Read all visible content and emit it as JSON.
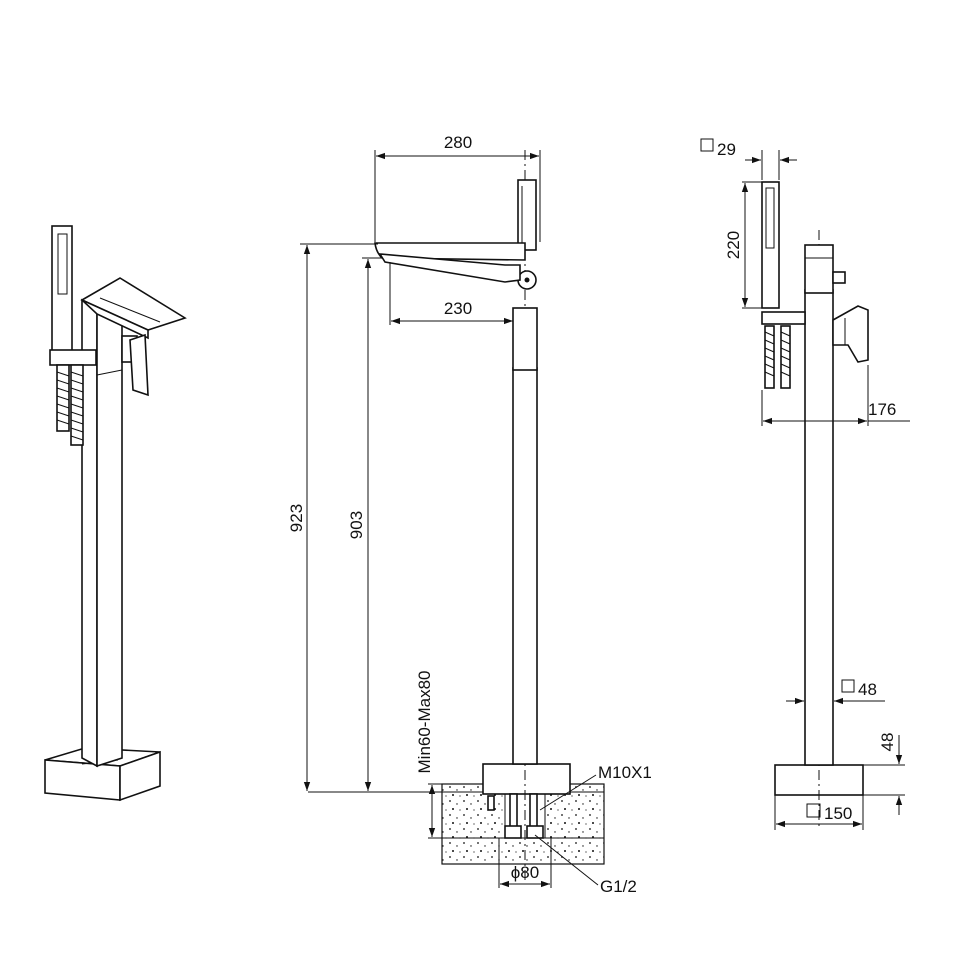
{
  "dimensions": {
    "spout_length": "280",
    "spout_reach": "230",
    "height_total": "923",
    "height_spout": "903",
    "floor_depth": "Min60-Max80",
    "thread_bolt": "M10X1",
    "hole_diameter": "ϕ80",
    "thread_inlet": "G1/2",
    "handshower_size": "29",
    "handshower_length": "220",
    "handle_offset": "176",
    "column_size": "48",
    "base_height": "48",
    "base_size": "150"
  },
  "colors": {
    "line": "#111111",
    "background": "#ffffff"
  }
}
